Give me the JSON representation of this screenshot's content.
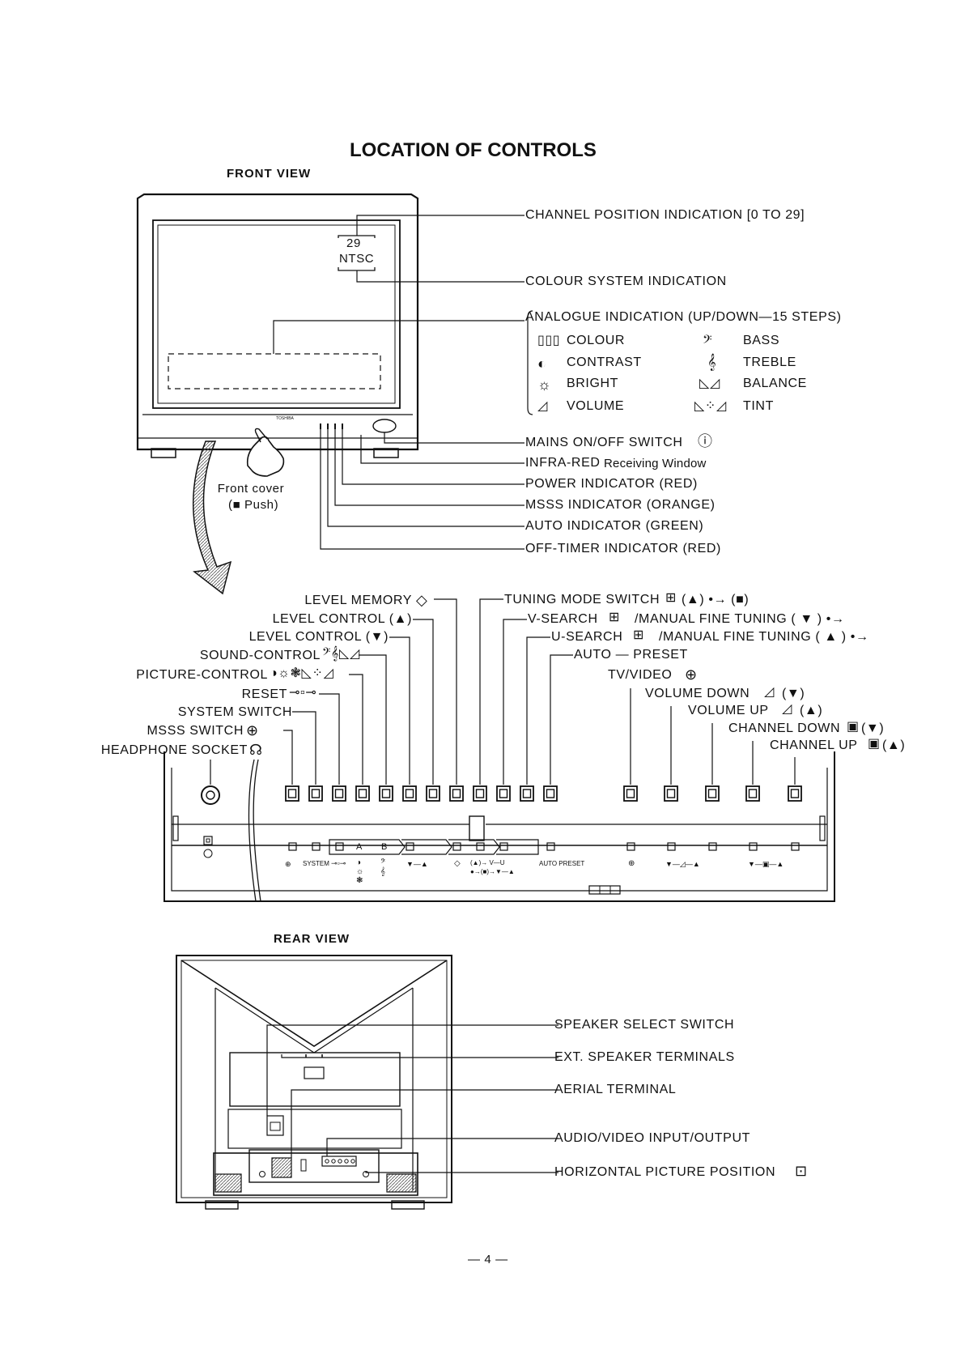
{
  "title": "LOCATION OF CONTROLS",
  "front_view": {
    "heading": "FRONT VIEW",
    "screen_channel": "29",
    "screen_system": "NTSC",
    "brand": "TOSHIBA",
    "front_cover": "Front cover",
    "front_cover_push": "(■ Push)",
    "callouts": {
      "channel_position": "CHANNEL POSITION INDICATION [0 TO 29]",
      "colour_system": "COLOUR SYSTEM INDICATION",
      "analogue": "ANALOGUE INDICATION (UP/DOWN—15 STEPS)",
      "mains": "MAINS ON/OFF SWITCH",
      "infrared_a": "INFRA-RED",
      "infrared_b": "Receiving Window",
      "power": "POWER INDICATOR (RED)",
      "msss": "MSSS INDICATOR (ORANGE)",
      "auto": "AUTO INDICATOR (GREEN)",
      "offtimer": "OFF-TIMER INDICATOR (RED)"
    },
    "analogue_items": {
      "colour": "COLOUR",
      "contrast": "CONTRAST",
      "bright": "BRIGHT",
      "volume": "VOLUME",
      "bass": "BASS",
      "treble": "TREBLE",
      "balance": "BALANCE",
      "tint": "TINT"
    }
  },
  "panel": {
    "left_labels": {
      "level_memory": "LEVEL MEMORY",
      "level_up": "LEVEL CONTROL (▲)",
      "level_down": "LEVEL CONTROL (▼)",
      "sound": "SOUND-CONTROL",
      "picture": "PICTURE-CONTROL",
      "reset": "RESET",
      "system": "SYSTEM SWITCH",
      "msss": "MSSS SWITCH",
      "headphone": "HEADPHONE SOCKET"
    },
    "right_labels": {
      "tuning_mode": "TUNING MODE SWITCH",
      "tuning_mode_tail": "(▲) •→ (■)",
      "v_search": "V-SEARCH",
      "v_search_tail": "/MANUAL FINE TUNING ( ▼ ) •→",
      "u_search": "U-SEARCH",
      "u_search_tail": "/MANUAL FINE TUNING ( ▲ ) •→",
      "auto_preset": "AUTO — PRESET",
      "tv_video": "TV/VIDEO",
      "volume_down": "VOLUME DOWN",
      "volume_down_tail": "(▼)",
      "volume_up": "VOLUME UP",
      "volume_up_tail": "(▲)",
      "channel_down": "CHANNEL DOWN",
      "channel_down_tail": "(▼)",
      "channel_up": "CHANNEL UP",
      "channel_up_tail": "(▲)"
    },
    "printed": {
      "a": "A",
      "b": "B",
      "system": "SYSTEM",
      "auto_preset": "AUTO PRESET",
      "v_seq": "(▲)→ V—U",
      "u_seq": "●→(■)→▼—▲"
    }
  },
  "rear_view": {
    "heading": "REAR VIEW",
    "callouts": {
      "speaker_select": "SPEAKER SELECT SWITCH",
      "ext_speaker": "EXT. SPEAKER TERMINALS",
      "aerial": "AERIAL TERMINAL",
      "av_io": "AUDIO/VIDEO INPUT/OUTPUT",
      "h_position": "HORIZONTAL PICTURE POSITION"
    }
  },
  "page_number": "— 4 —"
}
